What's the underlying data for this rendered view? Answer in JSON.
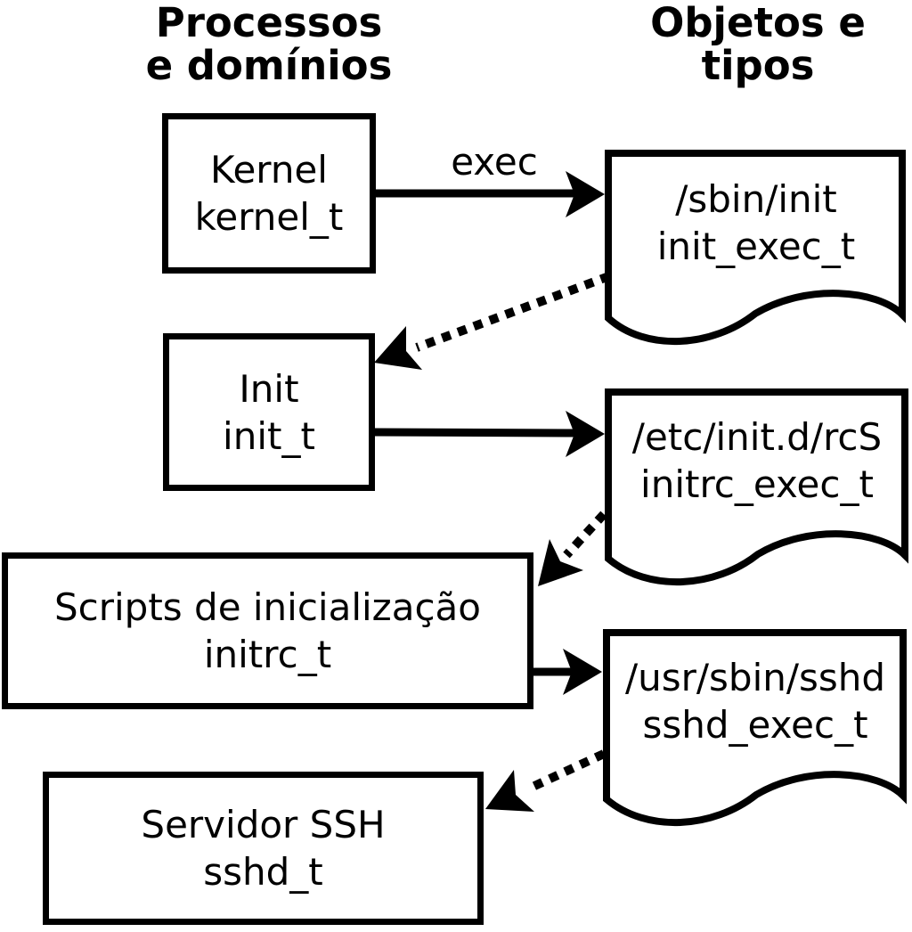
{
  "columns": {
    "processes": {
      "line1": "Processos",
      "line2": "e domínios"
    },
    "objects": {
      "line1": "Objetos e",
      "line2": "tipos"
    }
  },
  "boxes": [
    {
      "label": "Kernel",
      "domain": "kernel_t"
    },
    {
      "label": "Init",
      "domain": "init_t"
    },
    {
      "label": "Scripts de inicialização",
      "domain": "initrc_t"
    },
    {
      "label": "Servidor SSH",
      "domain": "sshd_t"
    }
  ],
  "docs": [
    {
      "path": "/sbin/init",
      "type": "init_exec_t"
    },
    {
      "path": "/etc/init.d/rcS",
      "type": "initrc_exec_t"
    },
    {
      "path": "/usr/sbin/sshd",
      "type": "sshd_exec_t"
    }
  ],
  "labels": {
    "exec": "exec"
  },
  "colors": {
    "line": "#000000",
    "background": "#ffffff"
  }
}
